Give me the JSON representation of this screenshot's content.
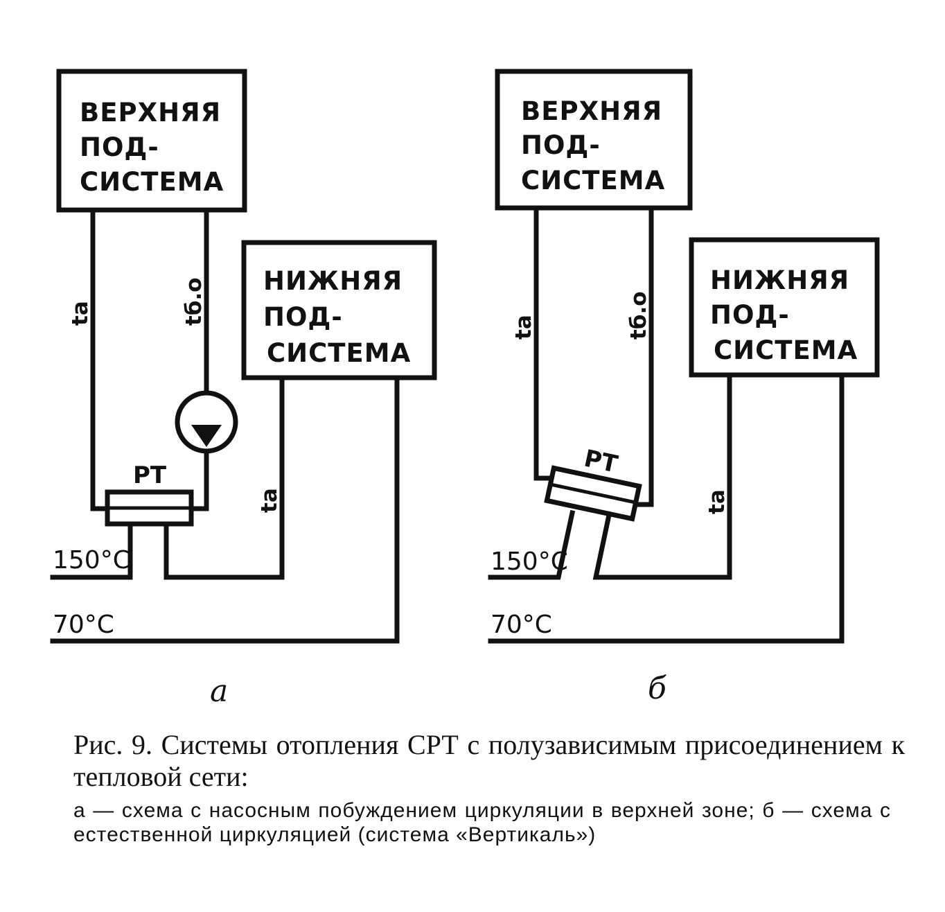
{
  "diagram_a": {
    "upper_box": [
      "ВЕРХНЯЯ",
      "ПОД-",
      "СИСТЕМА"
    ],
    "lower_box": [
      "НИЖНЯЯ",
      "ПОД-",
      "СИСТЕМА"
    ],
    "supply_label": "ta",
    "return_label": "tб.о",
    "lower_supply_label": "ta",
    "exchanger_label": "РТ",
    "temp_hot": "150°C",
    "temp_cold": "70°C",
    "sub_label": "а"
  },
  "diagram_b": {
    "upper_box": [
      "ВЕРХНЯЯ",
      "ПОД-",
      "СИСТЕМА"
    ],
    "lower_box": [
      "НИЖНЯЯ",
      "ПОД-",
      "СИСТЕМА"
    ],
    "supply_label": "ta",
    "return_label": "tб.о",
    "lower_supply_label": "ta",
    "exchanger_label": "РТ",
    "temp_hot": "150°C",
    "temp_cold": "70°C",
    "sub_label": "б"
  },
  "caption": {
    "title": "Рис. 9. Системы отопления СРТ с полузависимым присоединением к тепловой сети:",
    "note": "а — схема с насосным побуждением циркуляции в верхней зоне; б — схема с естественной циркуляцией (система «Вертикаль»)"
  }
}
